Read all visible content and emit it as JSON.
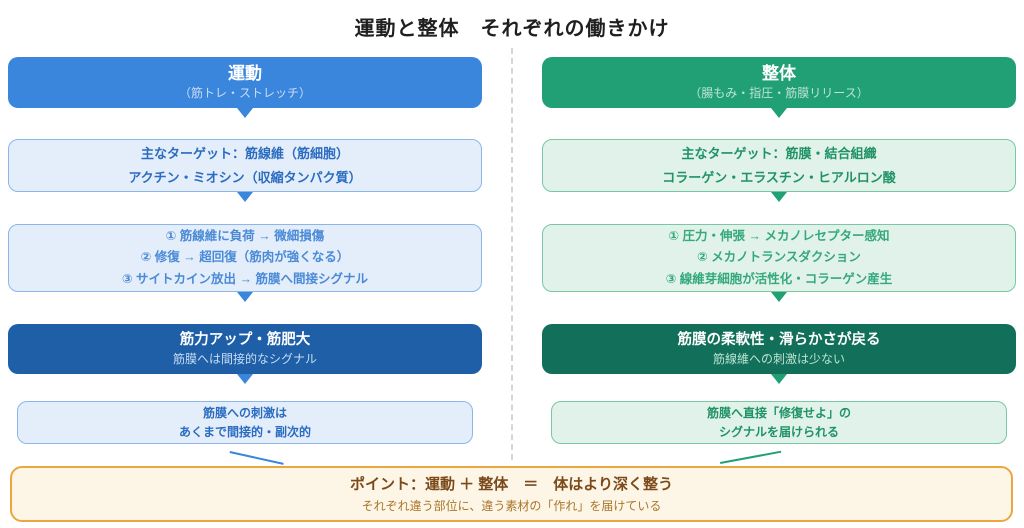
{
  "title": "運動と整体　それぞれの働きかけ",
  "colors": {
    "background": "#FFFFFF",
    "title_text": "#1F1F1F",
    "blue": "#3A86DD",
    "blue_dark": "#1E5FA8",
    "blue_light_bg": "#E4EEFB",
    "blue_border": "#8CB6EA",
    "blue_text": "#2B6CC0",
    "blue_text_soft": "#4A8AD6",
    "blue_subtitle_on_dark": "#C9DCF5",
    "green": "#21A075",
    "green_dark": "#116F5A",
    "green_light_bg": "#E0F2E9",
    "green_border": "#79C7A4",
    "green_text": "#1F9268",
    "green_text_soft": "#35A87E",
    "green_subtitle_on_dark": "#BCE3D3",
    "accent_orange": "#EBA63F",
    "footer_bg": "#FDF6E7",
    "footer_title_text": "#7C4A1A",
    "footer_subtitle_text": "#A9762C",
    "divider_gray": "#D5D5D5"
  },
  "columns": [
    {
      "id": "exercise",
      "header": {
        "title": "運動",
        "subtitle": "（筋トレ・ストレッチ）"
      },
      "target": {
        "line1": "主なターゲット：筋線維（筋細胞）",
        "line2": "アクチン・ミオシン（収縮タンパク質）"
      },
      "process": [
        "① 筋線維に負荷 → 微細損傷",
        "② 修復 → 超回復（筋肉が強くなる）",
        "③ サイトカイン放出 → 筋膜へ間接シグナル"
      ],
      "result": {
        "line1": "筋力アップ・筋肥大",
        "line2": "筋膜へは間接的なシグナル"
      },
      "note": {
        "line1": "筋膜への刺激は",
        "line2": "あくまで間接的・副次的"
      }
    },
    {
      "id": "seitai",
      "header": {
        "title": "整体",
        "subtitle": "（腸もみ・指圧・筋膜リリース）"
      },
      "target": {
        "line1": "主なターゲット：筋膜・結合組織",
        "line2": "コラーゲン・エラスチン・ヒアルロン酸"
      },
      "process": [
        "① 圧力・伸張 → メカノレセプター感知",
        "② メカノトランスダクション",
        "③ 線維芽細胞が活性化・コラーゲン産生"
      ],
      "result": {
        "line1": "筋膜の柔軟性・滑らかさが戻る",
        "line2": "筋線維への刺激は少ない"
      },
      "note": {
        "line1": "筋膜へ直接「修復せよ」の",
        "line2": "シグナルを届けられる"
      }
    }
  ],
  "footer": {
    "title": "ポイント：運動 ＋ 整体　＝　体はより深く整う",
    "subtitle": "それぞれ違う部位に、違う素材の「作れ」を届けている"
  }
}
